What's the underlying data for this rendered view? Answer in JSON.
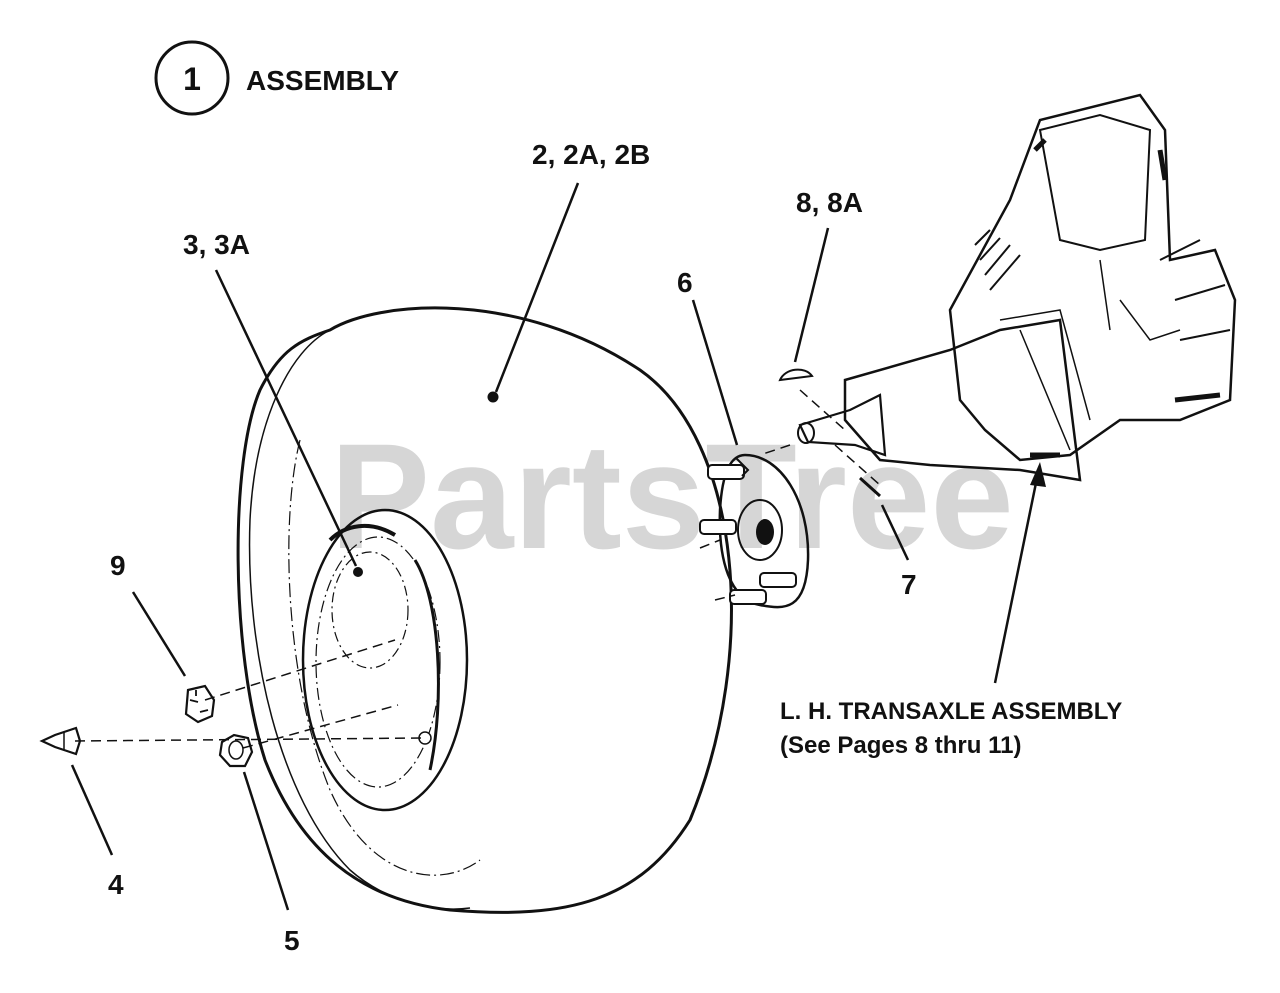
{
  "header": {
    "circle_number": "1",
    "title": "ASSEMBLY"
  },
  "watermark": "PartsTree",
  "callouts": {
    "tire": "2, 2A, 2B",
    "rim": "3, 3A",
    "valve_stem": "4",
    "lug_nut": "5",
    "hub": "6",
    "cotter_pin": "7",
    "key": "8, 8A",
    "castle_nut": "9"
  },
  "transaxle_note": {
    "line1": "L. H. TRANSAXLE ASSEMBLY",
    "line2": "(See Pages 8 thru 11)"
  }
}
